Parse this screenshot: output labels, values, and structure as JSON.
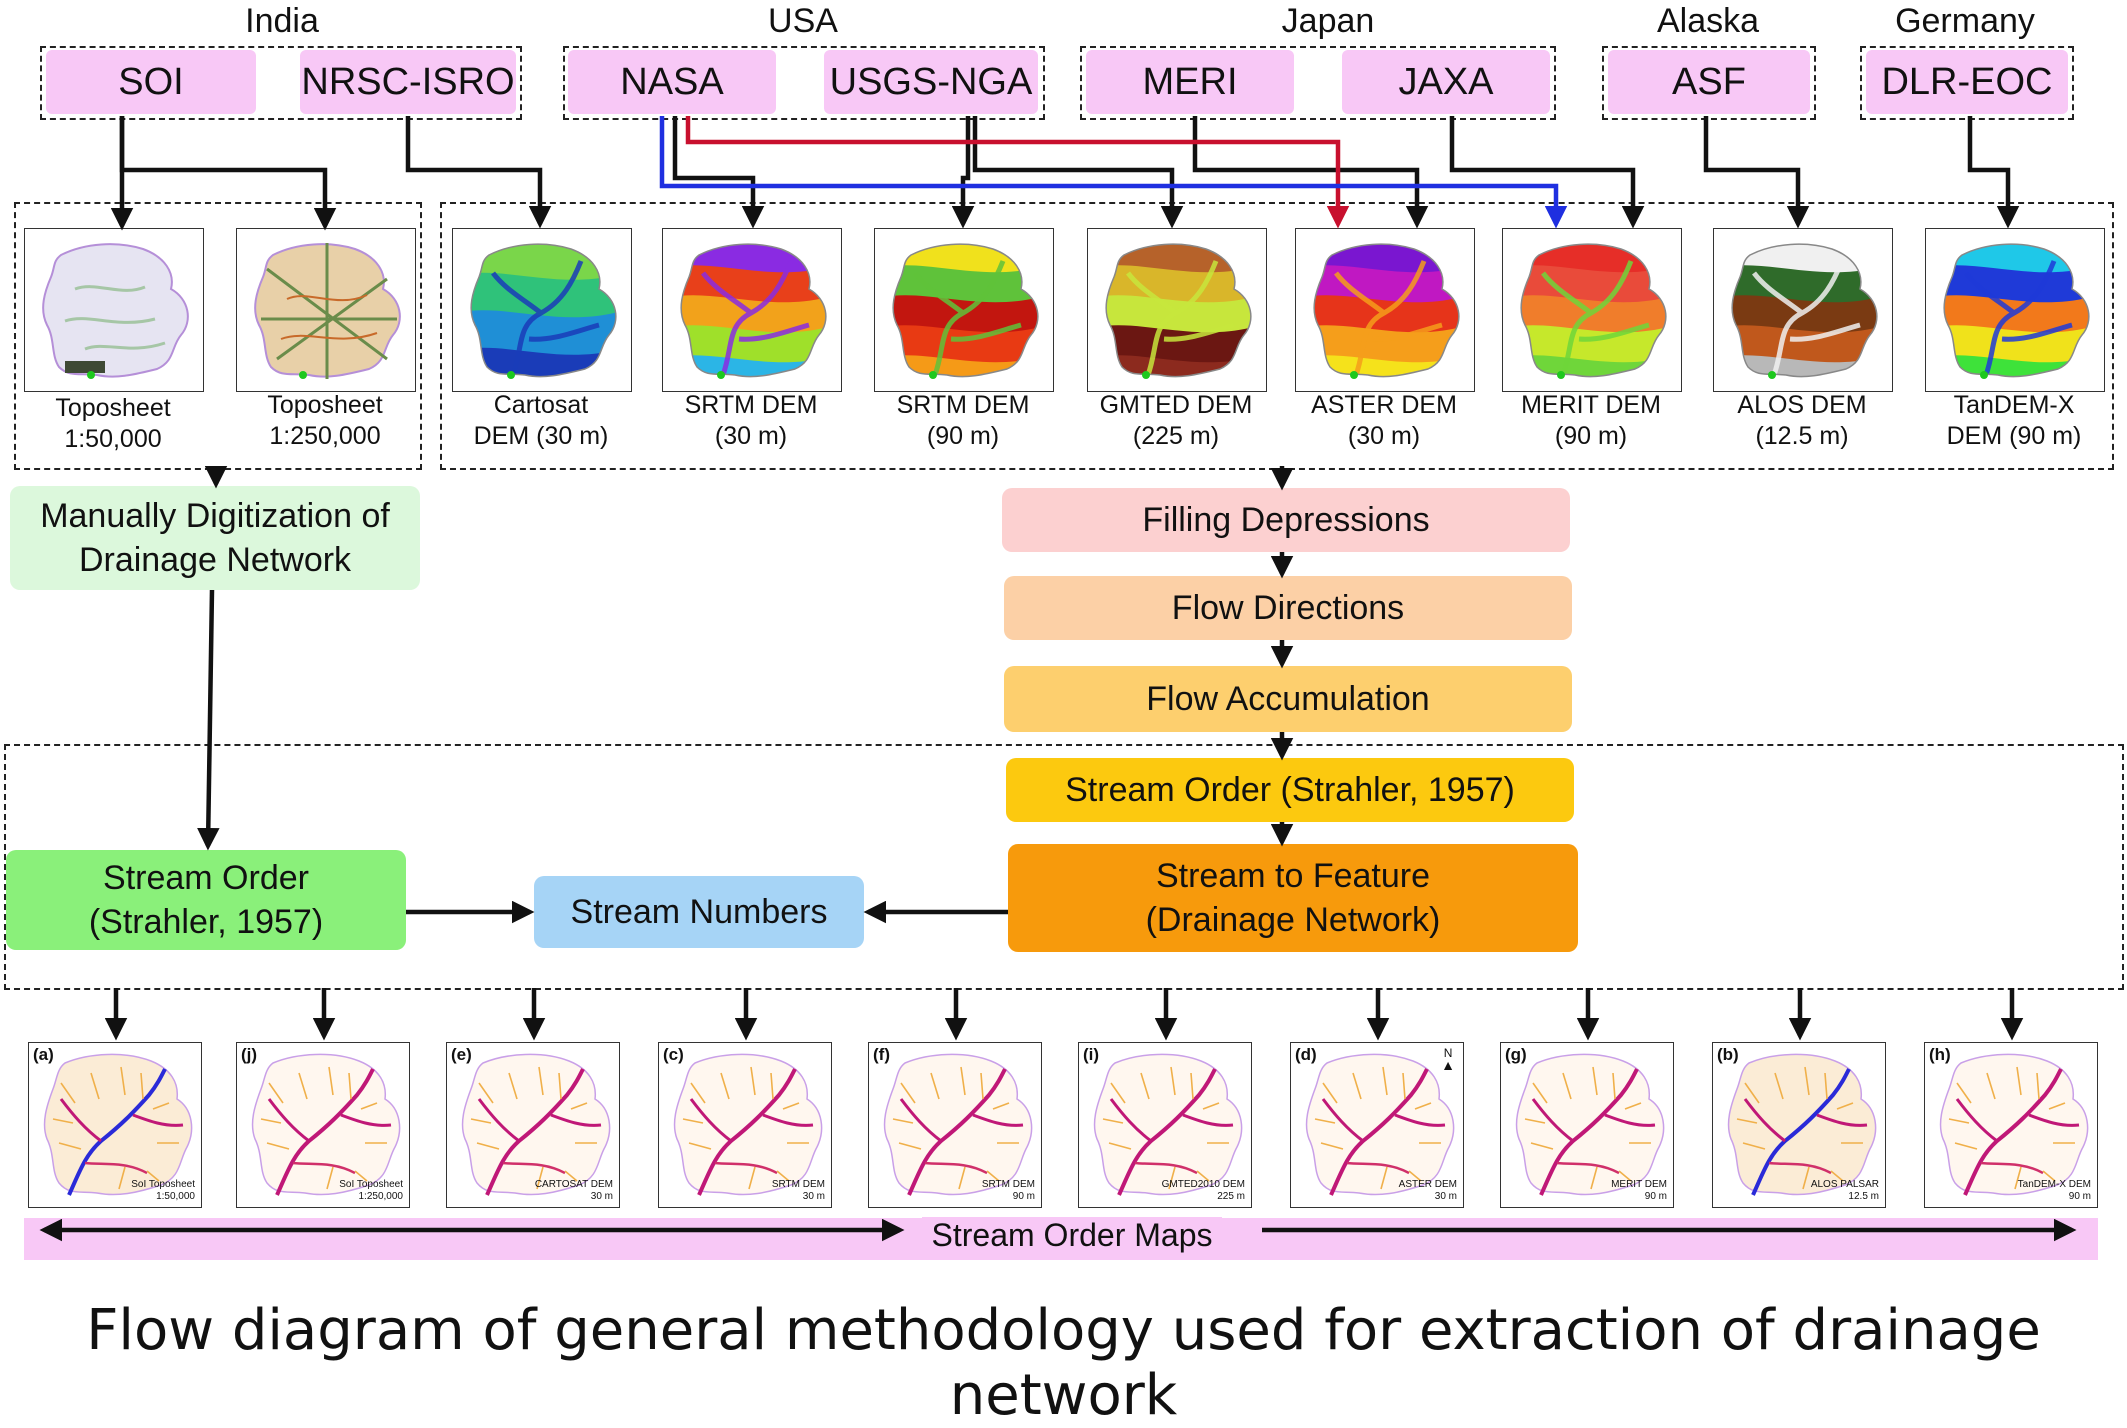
{
  "countries": [
    "India",
    "USA",
    "Japan",
    "Alaska",
    "Germany"
  ],
  "agencies": [
    "SOI",
    "NRSC-ISRO",
    "NASA",
    "USGS-NGA",
    "MERI",
    "JAXA",
    "ASF",
    "DLR-EOC"
  ],
  "toposheets": [
    {
      "line1": "Toposheet",
      "line2": "1:50,000"
    },
    {
      "line1": "Toposheet",
      "line2": "1:250,000"
    }
  ],
  "dems": [
    {
      "line1": "Cartosat",
      "line2": "DEM (30 m)",
      "colors": [
        "#1a3cb8",
        "#1f8fd6",
        "#2fc27a",
        "#7ad64a"
      ]
    },
    {
      "line1": "SRTM DEM",
      "line2": "(30 m)",
      "colors": [
        "#8a2be2",
        "#2bb5e6",
        "#9fe02a",
        "#f2a21b",
        "#e8401a"
      ]
    },
    {
      "line1": "SRTM DEM",
      "line2": "(90 m)",
      "colors": [
        "#5fc23a",
        "#f0e11c",
        "#f59a17",
        "#e83a13",
        "#c2160f"
      ]
    },
    {
      "line1": "GMTED DEM",
      "line2": "(225 m)",
      "colors": [
        "#c7e63c",
        "#d9b62a",
        "#b6622a",
        "#8c2a1e",
        "#6b1712"
      ]
    },
    {
      "line1": "ASTER DEM",
      "line2": "(30 m)",
      "colors": [
        "#f59e1b",
        "#e6341a",
        "#c018c2",
        "#7a16d0",
        "#f5e21b"
      ]
    },
    {
      "line1": "MERIT DEM",
      "line2": "(90 m)",
      "colors": [
        "#6fd63a",
        "#c6e82b",
        "#f07d2b",
        "#e94b3a",
        "#e62e28"
      ]
    },
    {
      "line1": "ALOS DEM",
      "line2": "(12.5 m)",
      "colors": [
        "#f0f0f0",
        "#b8b8b8",
        "#c0581c",
        "#7a3a12",
        "#2f6b2a"
      ]
    },
    {
      "line1": "TanDEM-X",
      "line2": "DEM (90 m)",
      "colors": [
        "#1f3ad8",
        "#1fc8e8",
        "#3ee23a",
        "#f0e21b",
        "#f2791b"
      ]
    }
  ],
  "steps": {
    "manual": "Manually Digitization of Drainage Network",
    "filling": "Filling Depressions",
    "flow_dir": "Flow Directions",
    "flow_acc": "Flow Accumulation",
    "stream_order_right": "Stream Order (Strahler, 1957)",
    "stream_to_feature": "Stream to Feature (Drainage Network)",
    "stream_order_left": "Stream Order (Strahler, 1957)",
    "stream_numbers": "Stream Numbers"
  },
  "maps": [
    {
      "letter": "(a)",
      "line1": "SoI Toposheet",
      "line2": "1:50,000"
    },
    {
      "letter": "(j)",
      "line1": "SoI Toposheet",
      "line2": "1:250,000"
    },
    {
      "letter": "(e)",
      "line1": "CARTOSAT DEM",
      "line2": "30 m"
    },
    {
      "letter": "(c)",
      "line1": "SRTM DEM",
      "line2": "30 m"
    },
    {
      "letter": "(f)",
      "line1": "SRTM DEM",
      "line2": "90 m"
    },
    {
      "letter": "(i)",
      "line1": "GMTED2010 DEM",
      "line2": "225 m"
    },
    {
      "letter": "(d)",
      "line1": "ASTER DEM",
      "line2": "30 m"
    },
    {
      "letter": "(g)",
      "line1": "MERIT DEM",
      "line2": "90 m"
    },
    {
      "letter": "(b)",
      "line1": "ALOS PALSAR",
      "line2": "12.5 m"
    },
    {
      "letter": "(h)",
      "line1": "TanDEM-X DEM",
      "line2": "90 m"
    }
  ],
  "north_symbol": "N",
  "maps_banner": "Stream Order Maps",
  "caption": "Flow diagram of general methodology used for extraction of drainage network",
  "colors": {
    "agency_fill": "#f8c8f6",
    "manual_fill": "#dcf8dc",
    "filling_fill": "#fcd0d0",
    "flow_dir_fill": "#fcd0a6",
    "flow_acc_fill": "#fdcf6e",
    "stream_order_right_fill": "#fcc90f",
    "stream_to_feature_fill": "#f79a0c",
    "stream_order_left_fill": "#8af07a",
    "stream_numbers_fill": "#a6d4f6",
    "banner_fill": "#f8c8f6",
    "red_arrow": "#c8102e",
    "blue_arrow": "#1f2fe0"
  }
}
